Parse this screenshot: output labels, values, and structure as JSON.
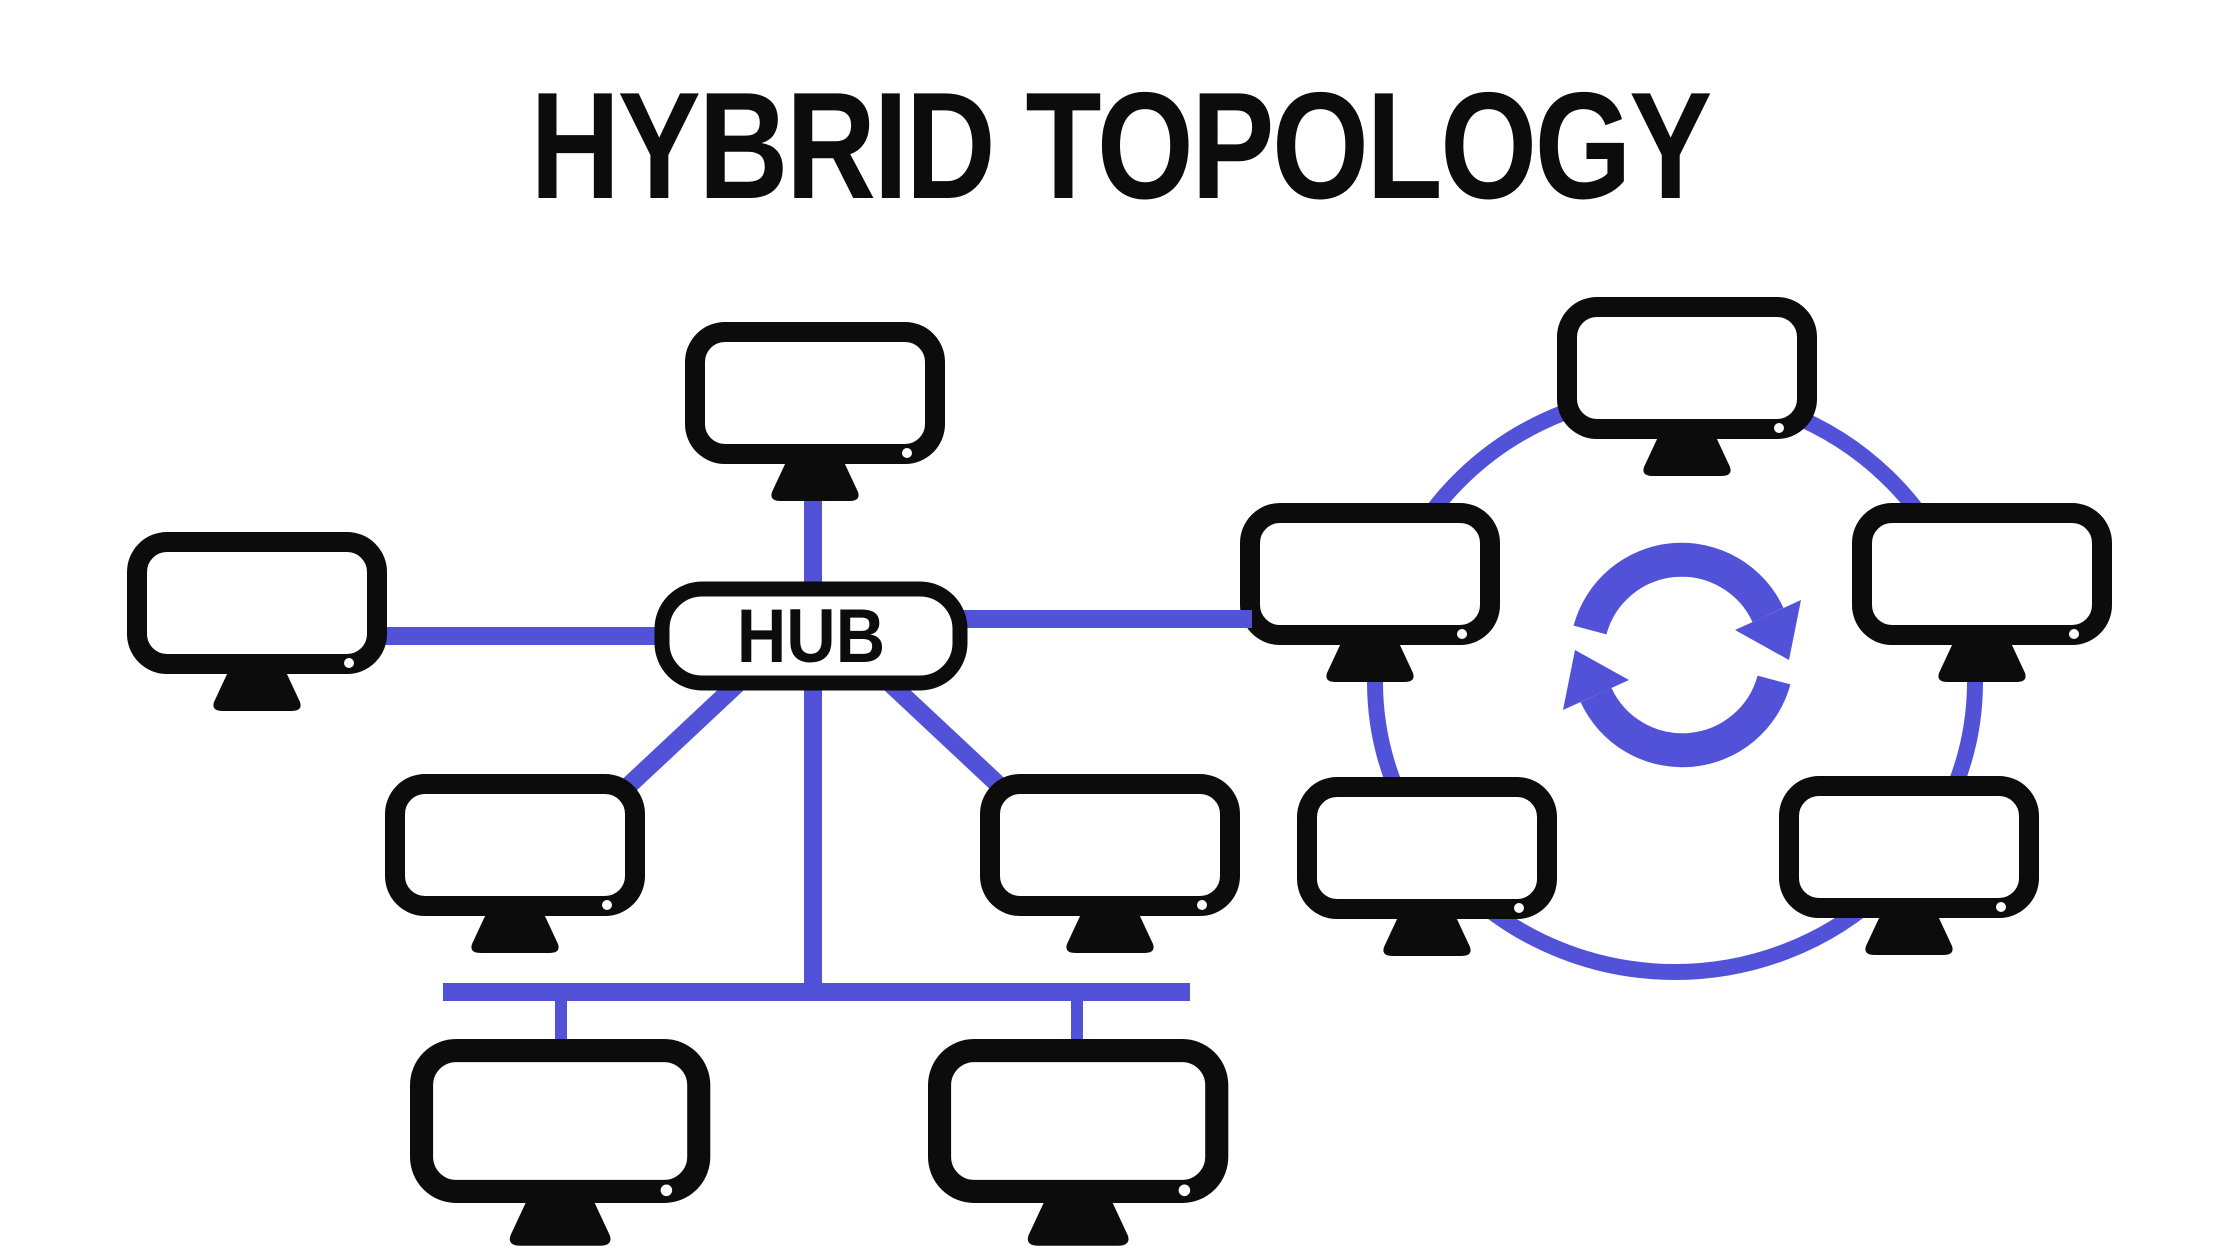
{
  "title": "HYBRID TOPOLOGY",
  "hub": {
    "label": "HUB"
  },
  "colors": {
    "accent": "#5152d8",
    "ink": "#0c0c0c",
    "background": "#ffffff"
  },
  "diagram": {
    "type": "hybrid-network-topology",
    "sections": [
      {
        "id": "star-topology",
        "hub_label": "HUB",
        "computer_count": 4
      },
      {
        "id": "bus-topology",
        "computer_count": 2
      },
      {
        "id": "ring-topology",
        "computer_count": 5,
        "center_icon": "sync-icon"
      }
    ],
    "total_computers": 10
  }
}
